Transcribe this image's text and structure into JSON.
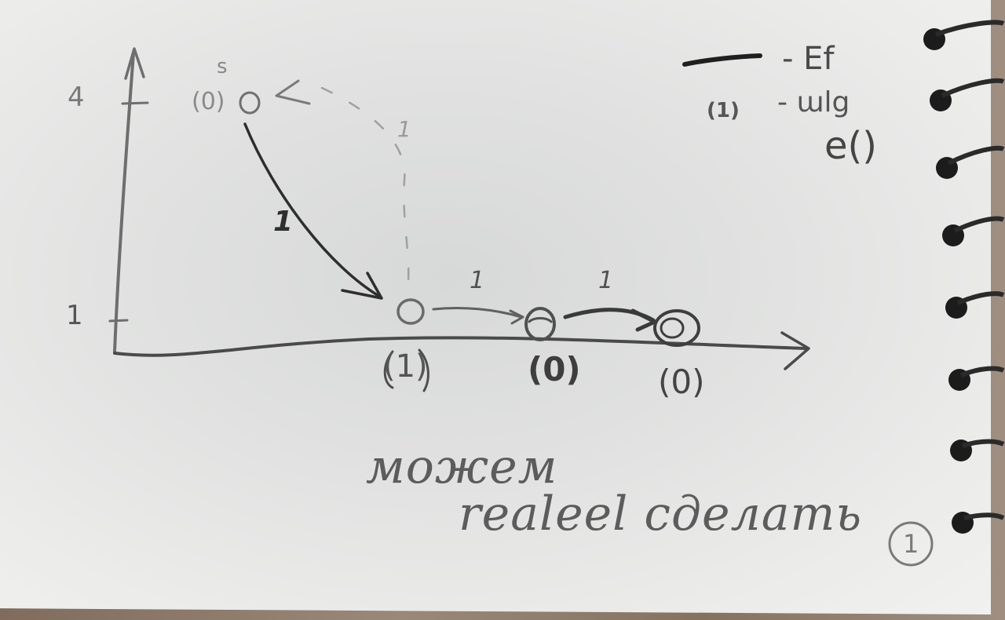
{
  "sketch": {
    "y_axis_ticks": [
      "4",
      "1"
    ],
    "top_node_annotation": "s",
    "top_node_label": "(0)",
    "edge_weights": [
      "1",
      "1",
      "1",
      "1"
    ],
    "node_labels": [
      "(1)",
      "(0)",
      "(0)"
    ],
    "legend": {
      "line_label": "- Ef",
      "paren_marker": "(1)",
      "paren_label": "- ɯlg",
      "func_label": "e()"
    },
    "caption_line1": "можем",
    "caption_line2": "realeel сделать",
    "page_number": "1"
  },
  "colors": {
    "graphite": "#3c3c3c",
    "light_graphite": "#8a8a8a",
    "paper": "#e4e5e4"
  }
}
